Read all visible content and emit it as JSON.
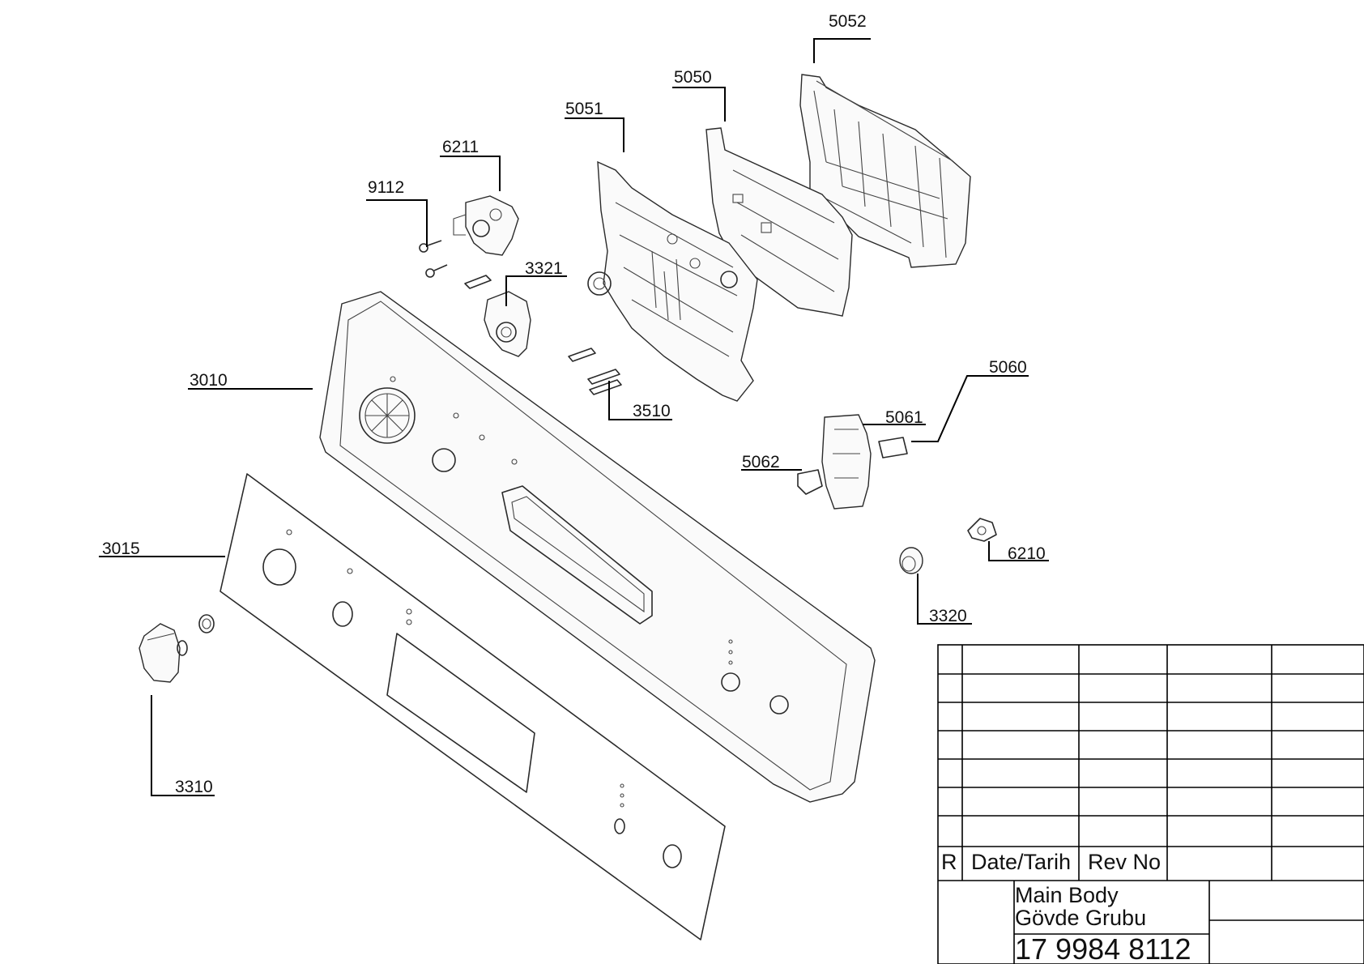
{
  "callouts": {
    "c5052": "5052",
    "c5050": "5050",
    "c5051": "5051",
    "c6211": "6211",
    "c9112": "9112",
    "c3321": "3321",
    "c3010": "3010",
    "c3510": "3510",
    "c5060": "5060",
    "c5061": "5061",
    "c5062": "5062",
    "c6210": "6210",
    "c3320": "3320",
    "c3015": "3015",
    "c3310": "3310"
  },
  "title_block": {
    "rev_marker": "R",
    "date_header": "Date/Tarih",
    "rev_no_header": "Rev No",
    "title_en": "Main Body",
    "title_tr": "Gövde Grubu",
    "drawing_number": "17 9984 8112"
  }
}
